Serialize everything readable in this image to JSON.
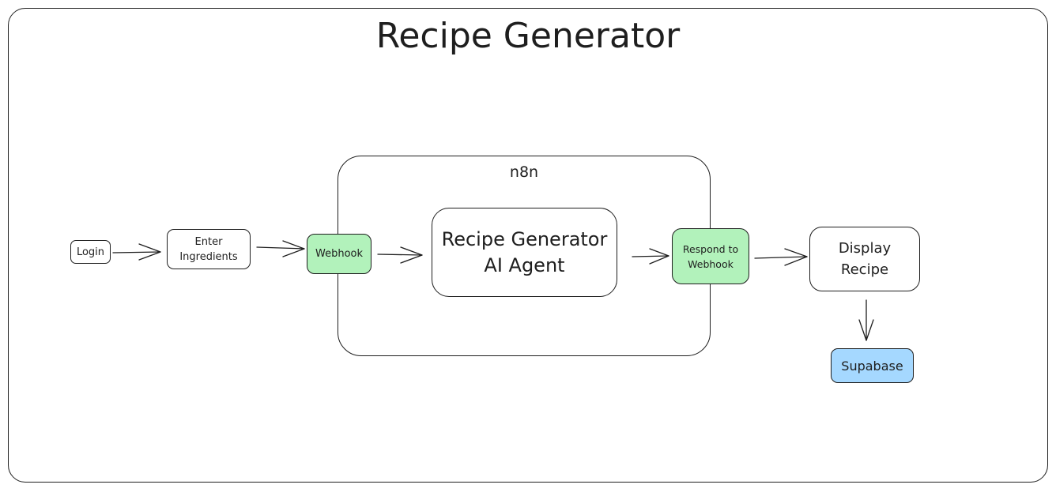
{
  "diagram": {
    "title": "Recipe Generator",
    "group": {
      "label": "n8n"
    },
    "nodes": {
      "login": "Login",
      "enter_ingredients": "Enter\nIngredients",
      "webhook": "Webhook",
      "ai_agent": "Recipe Generator\nAI Agent",
      "respond_to_webhook": "Respond to\nWebhook",
      "display_recipe": "Display\nRecipe",
      "supabase": "Supabase"
    },
    "edges": [
      {
        "from": "Login",
        "to": "Enter Ingredients"
      },
      {
        "from": "Enter Ingredients",
        "to": "Webhook"
      },
      {
        "from": "Webhook",
        "to": "Recipe Generator AI Agent"
      },
      {
        "from": "Recipe Generator AI Agent",
        "to": "Respond to Webhook"
      },
      {
        "from": "Respond to Webhook",
        "to": "Display Recipe"
      },
      {
        "from": "Display Recipe",
        "to": "Supabase"
      }
    ],
    "colors": {
      "stroke": "#1e1e1e",
      "webhook_fill": "#b2f2bb",
      "supabase_fill": "#a5d8ff"
    }
  }
}
